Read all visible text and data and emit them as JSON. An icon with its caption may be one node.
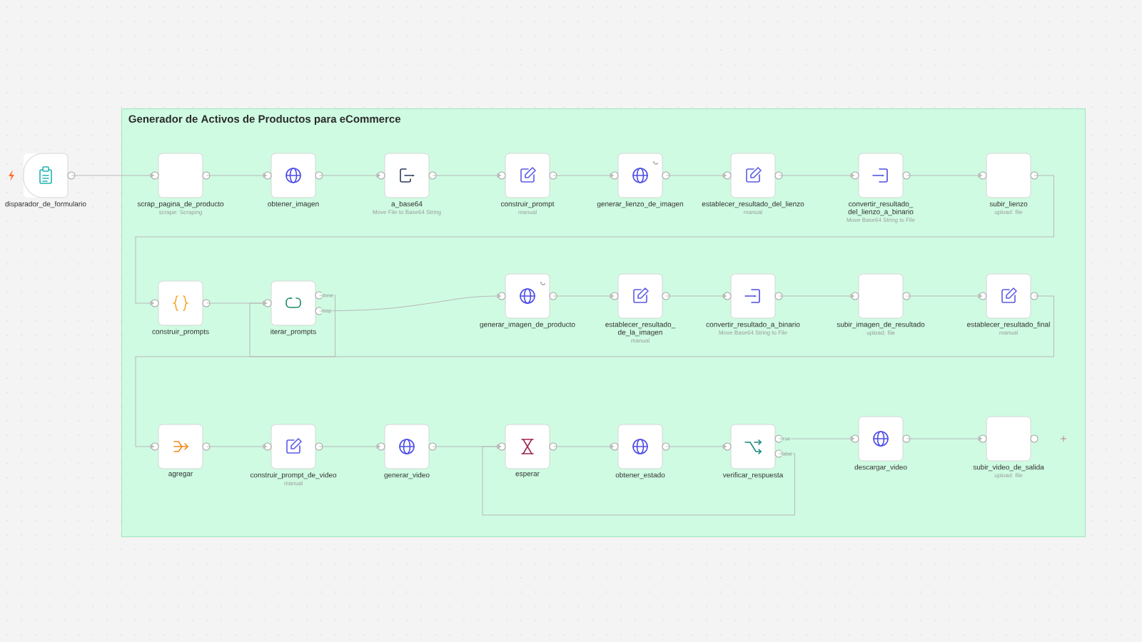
{
  "diagram": {
    "nodes": [
      {
        "text": [
          "Generador de Activos de Productos para eCommerce"
        ]
      },
      {
        "text": [
          "disparador_de_formulario"
        ]
      },
      {
        "text": [
          "scrap_pagina_de_producto"
        ],
        "beside": [
          "scrape: Scraping"
        ],
        "in": 0
      },
      {
        "text": [
          "obtener_imagen"
        ],
        "in": 0
      },
      {
        "text": [
          "a_base64"
        ],
        "beside": [
          "Move File to Base64 String"
        ],
        "in": 0
      },
      {
        "text": [
          "construir_prompt"
        ],
        "beside": [
          "manual"
        ],
        "in": 0
      },
      {
        "text": [
          "generar_lienzo_de_imagen"
        ],
        "in": 0
      },
      {
        "text": [
          "establecer_resultado_del_lienzo"
        ],
        "beside": [
          "manual"
        ],
        "in": 0
      },
      {
        "text": [
          "convertir_resultado_del_lienzo_a_binario"
        ],
        "beside": [
          "Move Base64 String to File"
        ],
        "in": 0
      },
      {
        "text": [
          "subir_lienzo"
        ],
        "beside": [
          "upload: file"
        ],
        "in": 0
      },
      {
        "text": [
          "construir_prompts"
        ],
        "in": 0
      },
      {
        "text": [
          "iterar_prompts"
        ],
        "in": 0
      },
      {
        "text": [
          "generar_imagen_de_producto"
        ],
        "in": 0
      },
      {
        "text": [
          "establecer_resultado_de_la_imagen"
        ],
        "beside": [
          "manual"
        ],
        "in": 0
      },
      {
        "text": [
          "convertir_resultado_a_binario"
        ],
        "beside": [
          "Move Base64 String to File"
        ],
        "in": 0
      },
      {
        "text": [
          "subir_imagen_de_resultado"
        ],
        "beside": [
          "upload: file"
        ],
        "in": 0
      },
      {
        "text": [
          "establecer_resultado_final"
        ],
        "beside": [
          "manual"
        ],
        "in": 0
      },
      {
        "text": [
          "agregar"
        ],
        "in": 0
      },
      {
        "text": [
          "construir_prompt_de_video"
        ],
        "beside": [
          "manual"
        ],
        "in": 0
      },
      {
        "text": [
          "generar_video"
        ],
        "in": 0
      },
      {
        "text": [
          "esperar"
        ],
        "in": 0
      },
      {
        "text": [
          "obtener_estado"
        ],
        "in": 0
      },
      {
        "text": [
          "verificar_respuesta"
        ],
        "in": 0
      },
      {
        "text": [
          "descargar_video"
        ],
        "in": 0
      },
      {
        "text": [
          "subir_video_de_salida"
        ],
        "beside": [
          "upload: file"
        ],
        "in": 0
      }
    ],
    "edges": [
      {
        "from": 1,
        "to": 2,
        "arrow": "to"
      },
      {
        "from": 2,
        "to": 3,
        "arrow": "to"
      },
      {
        "from": 3,
        "to": 4,
        "arrow": "to"
      },
      {
        "from": 4,
        "to": 5,
        "arrow": "to"
      },
      {
        "from": 5,
        "to": 6,
        "arrow": "to"
      },
      {
        "from": 6,
        "to": 7,
        "arrow": "to"
      },
      {
        "from": 7,
        "to": 8,
        "arrow": "to"
      },
      {
        "from": 8,
        "to": 9,
        "arrow": "to"
      },
      {
        "from": 9,
        "to": 10,
        "arrow": "to"
      },
      {
        "from": 10,
        "to": 11,
        "arrow": "to"
      },
      {
        "from": 11,
        "to": 12,
        "arrow": "to",
        "label": "loop"
      },
      {
        "from": 12,
        "to": 13,
        "arrow": "to"
      },
      {
        "from": 13,
        "to": 14,
        "arrow": "to"
      },
      {
        "from": 14,
        "to": 15,
        "arrow": "to"
      },
      {
        "from": 15,
        "to": 16,
        "arrow": "to"
      },
      {
        "from": 16,
        "to": 11,
        "arrow": "to"
      },
      {
        "from": 11,
        "to": 17,
        "arrow": "to",
        "label": "done"
      },
      {
        "from": 17,
        "to": 18,
        "arrow": "to"
      },
      {
        "from": 18,
        "to": 19,
        "arrow": "to"
      },
      {
        "from": 19,
        "to": 20,
        "arrow": "to"
      },
      {
        "from": 20,
        "to": 21,
        "arrow": "to"
      },
      {
        "from": 21,
        "to": 22,
        "arrow": "to"
      },
      {
        "from": 22,
        "to": 23,
        "arrow": "to",
        "label": "true"
      },
      {
        "from": 23,
        "to": 24,
        "arrow": "to"
      },
      {
        "from": 22,
        "to": 20,
        "arrow": "to",
        "label": "false"
      }
    ]
  }
}
